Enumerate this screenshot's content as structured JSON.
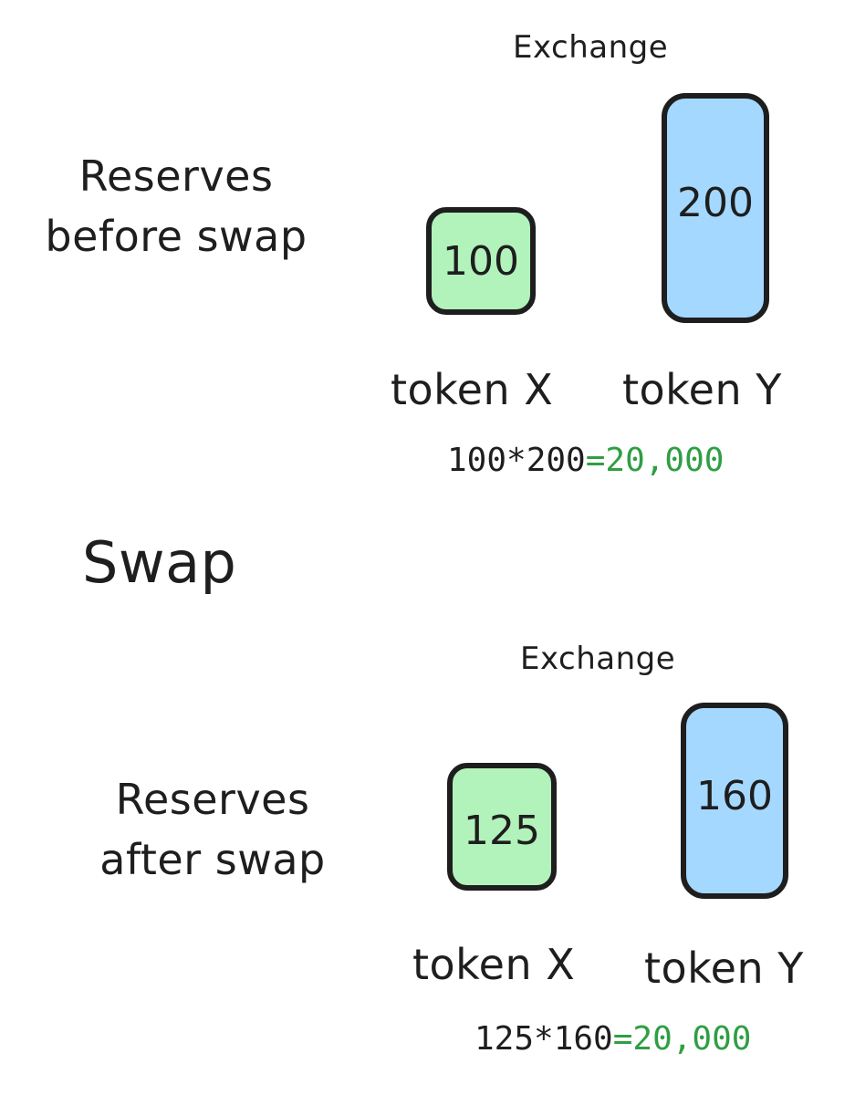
{
  "before": {
    "exchange_label": "Exchange",
    "reserves_label_line1": "Reserves",
    "reserves_label_line2": "before swap",
    "token_x": {
      "label": "token X",
      "amount": "100"
    },
    "token_y": {
      "label": "token Y",
      "amount": "200"
    },
    "formula": {
      "expression": "100*200",
      "result": "=20,000"
    }
  },
  "swap_label": "Swap",
  "after": {
    "exchange_label": "Exchange",
    "reserves_label_line1": "Reserves",
    "reserves_label_line2": "after swap",
    "token_x": {
      "label": "token X",
      "amount": "125"
    },
    "token_y": {
      "label": "token Y",
      "amount": "160"
    },
    "formula": {
      "expression": "125*160",
      "result": "=20,000"
    }
  },
  "colors": {
    "token_x_fill": "#b2f2bb",
    "token_y_fill": "#a5d8ff",
    "stroke": "#1e1e1e",
    "result_text": "#2f9e44"
  }
}
